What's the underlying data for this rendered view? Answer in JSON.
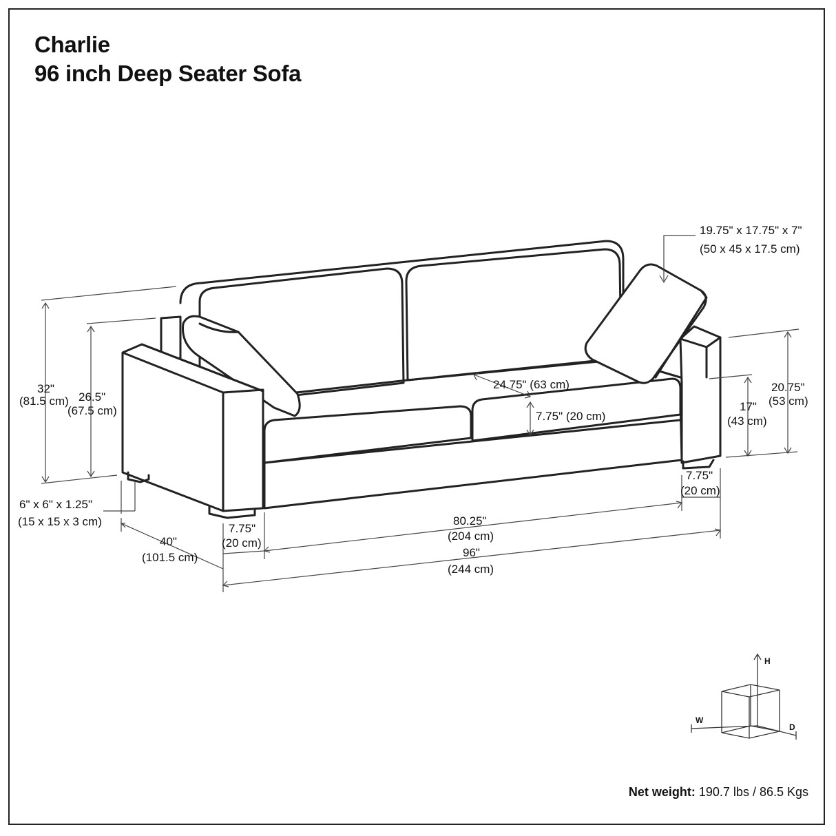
{
  "title": {
    "line1": "Charlie",
    "line2": "96 inch Deep Seater Sofa"
  },
  "dimensions": {
    "pillow": {
      "in": "19.75\" x 17.75\" x 7\"",
      "cm": "(50 x 45 x 17.5 cm)"
    },
    "overall_height": {
      "in": "32\"",
      "cm": "(81.5 cm)"
    },
    "back_height": {
      "in": "26.5\"",
      "cm": "(67.5 cm)"
    },
    "arm_height": {
      "in": "20.75\"",
      "cm": "(53 cm)"
    },
    "seat_height": {
      "in": "17\"",
      "cm": "(43 cm)"
    },
    "seat_depth": {
      "text": "24.75\" (63 cm)"
    },
    "cushion_thickness": {
      "text": "7.75\" (20 cm)"
    },
    "leg": {
      "in": "6\" x 6\" x 1.25\"",
      "cm": "(15 x 15 x 3 cm)"
    },
    "depth": {
      "in": "40\"",
      "cm": "(101.5 cm)"
    },
    "arm_width_left": {
      "in": "7.75\"",
      "cm": "(20 cm)"
    },
    "arm_width_right": {
      "in": "7.75\"",
      "cm": "(20 cm)"
    },
    "seat_width": {
      "in": "80.25\"",
      "cm": "(204 cm)"
    },
    "overall_width": {
      "in": "96\"",
      "cm": "(244 cm)"
    }
  },
  "axes": {
    "h": "H",
    "w": "W",
    "d": "D"
  },
  "weight": {
    "label": "Net weight:",
    "value": " 190.7 lbs / 86.5 Kgs"
  }
}
